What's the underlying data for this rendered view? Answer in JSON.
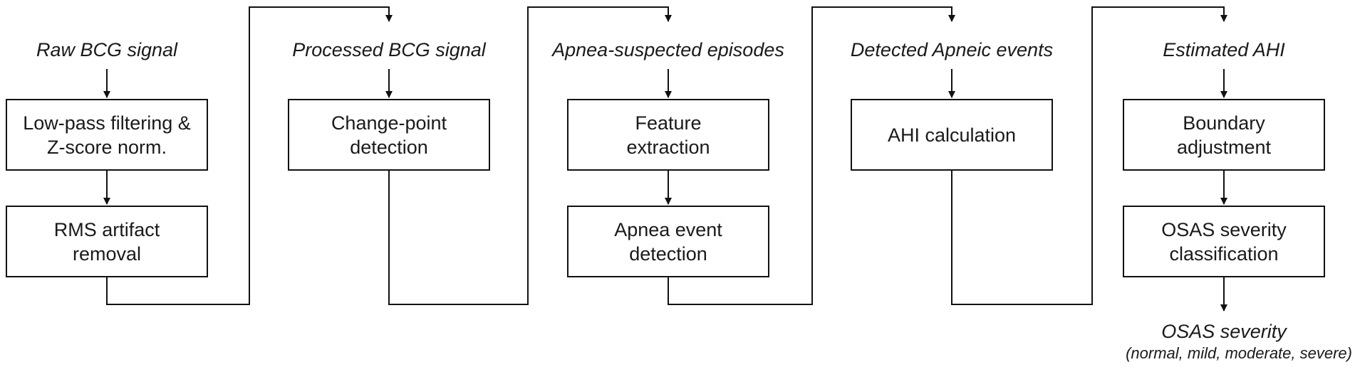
{
  "stages": [
    {
      "input_label": "Raw BCG signal",
      "boxes": [
        "Low-pass filtering &\nZ-score norm.",
        "RMS artifact\nremoval"
      ]
    },
    {
      "input_label": "Processed BCG signal",
      "boxes": [
        "Change-point\ndetection"
      ]
    },
    {
      "input_label": "Apnea-suspected episodes",
      "boxes": [
        "Feature\nextraction",
        "Apnea event\ndetection"
      ]
    },
    {
      "input_label": "Detected Apneic events",
      "boxes": [
        "AHI calculation"
      ]
    },
    {
      "input_label": "Estimated AHI",
      "boxes": [
        "Boundary\nadjustment",
        "OSAS severity\nclassification"
      ]
    }
  ],
  "output_label": "OSAS severity",
  "output_sublabel": "(normal, mild, moderate, severe)"
}
